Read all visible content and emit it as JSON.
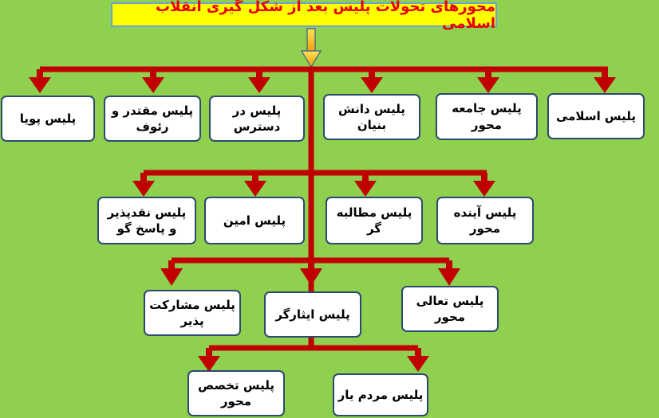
{
  "title": "محورهای تحولات پلیس بعد از شکل گیری انقلاب اسلامی",
  "colors": {
    "background": "#8fd14f",
    "connector": "#c00000",
    "title_fill": "#ffff00",
    "title_text": "#e60000",
    "box_border": "#2c4a6e"
  },
  "rows": [
    [
      "پلیس اسلامی",
      "پلیس جامعه محور",
      "پلیس دانش بنیان",
      "پلیس در دسترس",
      "پلیس مقتدر و رئوف",
      "پلیس پویا"
    ],
    [
      "پلیس آینده محور",
      "پلیس مطالبه گر",
      "پلیس امین",
      "پلیس نقدپذیر و پاسخ گو"
    ],
    [
      "پلیس تعالی محور",
      "پلیس ایثارگر",
      "پلیس مشارکت پذیر"
    ],
    [
      "پلیس مردم یار",
      "پلیس تخصص محور"
    ]
  ]
}
